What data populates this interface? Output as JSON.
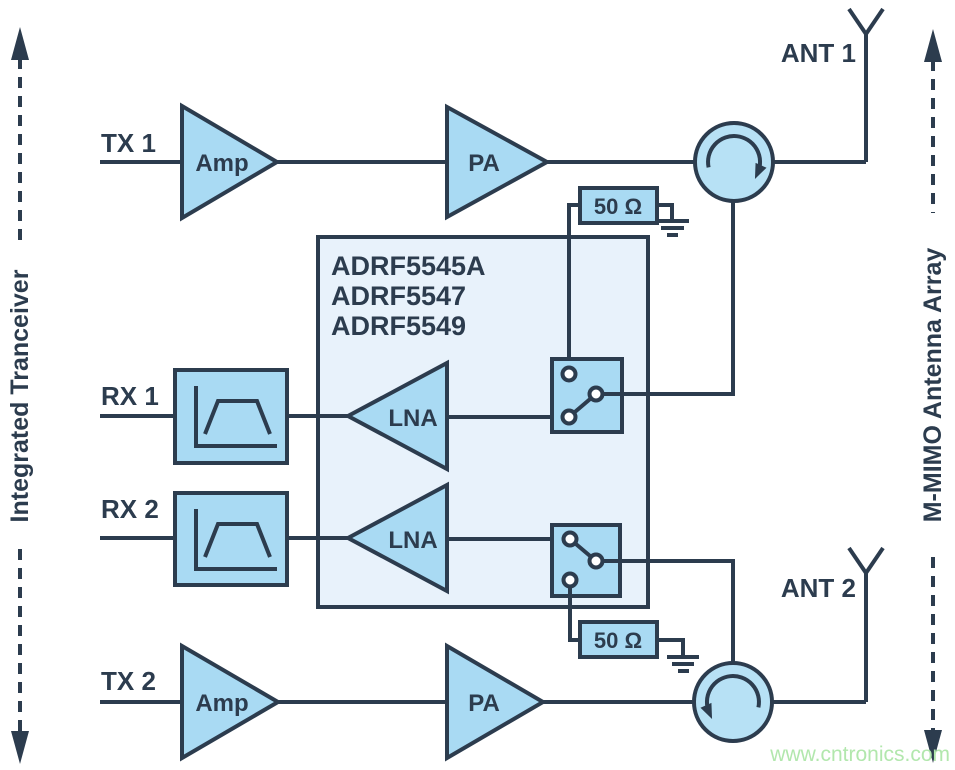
{
  "colors": {
    "stroke": "#2c3c4e",
    "component": "#a9daf3",
    "chip": "#e8f2fb",
    "circulator": "#b7e1f5",
    "terminal": "#ffffff",
    "background": "#ffffff",
    "watermark": "#b2e7ad"
  },
  "side_labels": {
    "left": "Integrated Tranceiver",
    "right": "M-MIMO Antenna Array"
  },
  "ports": {
    "tx1": "TX 1",
    "rx1": "RX 1",
    "rx2": "RX 2",
    "tx2": "TX 2",
    "ant1": "ANT 1",
    "ant2": "ANT 2"
  },
  "components": {
    "amp": "Amp",
    "pa": "PA",
    "lna": "LNA",
    "termination": "50 Ω"
  },
  "chip": {
    "models": [
      "ADRF5545A",
      "ADRF5547",
      "ADRF5549"
    ]
  },
  "watermark": "www.cntronics.com"
}
